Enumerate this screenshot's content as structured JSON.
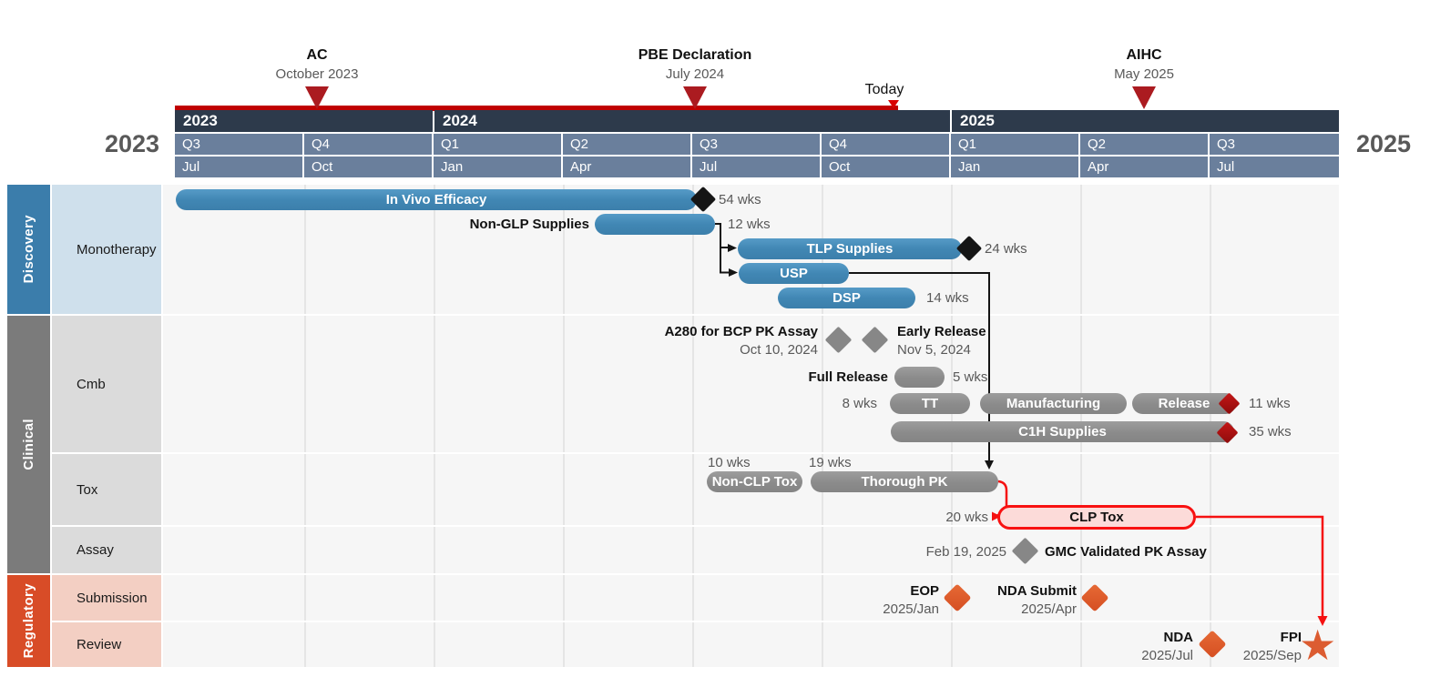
{
  "colors": {
    "bar_blue": "#4187b4",
    "bar_gray": "#8b8b8b",
    "clp_fill": "#fcdbd9",
    "clp_border": "#f81111",
    "elapsed_red": "#c00000",
    "milestone_triangle_red": "#ab1b20",
    "orange_marker": "#dc5c31",
    "header_year_dark": "#2d3a4b",
    "header_slate": "#6a7f9c",
    "group_discovery": "#3b7dab",
    "group_clinical": "#7b7b7b",
    "group_regulatory": "#d84c27",
    "row_discovery": "#cfe0ec",
    "row_clinical": "#dbdbdb",
    "row_regulatory": "#f3cfc3"
  },
  "chart_data": {
    "type": "gantt",
    "axis": {
      "left_year_label": "2023",
      "right_year_label": "2025",
      "years": [
        "2023",
        "2024",
        "2025"
      ],
      "quarters": [
        "Q3",
        "Q4",
        "Q1",
        "Q2",
        "Q3",
        "Q4",
        "Q1",
        "Q2",
        "Q3"
      ],
      "months": [
        "Jul",
        "Oct",
        "Jan",
        "Apr",
        "Jul",
        "Oct",
        "Jan",
        "Apr",
        "Jul"
      ],
      "range": "Jul 2023 - Sep 2025"
    },
    "today": {
      "label": "Today",
      "approx_position": "Nov 2024"
    },
    "top_milestones": [
      {
        "title": "AC",
        "date": "October 2023"
      },
      {
        "title": "PBE Declaration",
        "date": "July 2024"
      },
      {
        "title": "AIHC",
        "date": "May 2025"
      }
    ],
    "lanes": [
      {
        "group": "Discovery",
        "rows": [
          "Monotherapy"
        ]
      },
      {
        "group": "Clinical",
        "rows": [
          "Cmb",
          "Tox",
          "Assay"
        ]
      },
      {
        "group": "Regulatory",
        "rows": [
          "Submission",
          "Review"
        ]
      }
    ],
    "tasks": [
      {
        "name": "In Vivo Efficacy",
        "row": "Monotherapy",
        "start": "2023-07",
        "end": "2024-07",
        "duration": "54 wks",
        "style": "blue",
        "end_marker": "black-diamond"
      },
      {
        "name": "Non-GLP Supplies",
        "row": "Monotherapy",
        "start": "2024-04",
        "end": "2024-07",
        "duration": "12 wks",
        "style": "blue"
      },
      {
        "name": "TLP Supplies",
        "row": "Monotherapy",
        "start": "2024-07",
        "end": "2025-01",
        "duration": "24 wks",
        "style": "blue",
        "end_marker": "black-diamond"
      },
      {
        "name": "USP",
        "row": "Monotherapy",
        "start": "2024-07",
        "end": "2024-10",
        "duration": "",
        "style": "blue"
      },
      {
        "name": "DSP",
        "row": "Monotherapy",
        "start": "2024-08",
        "end": "2024-11",
        "duration": "14 wks",
        "style": "blue"
      },
      {
        "name": "Full Release",
        "row": "Cmb",
        "start": "2024-11",
        "end": "2024-12",
        "duration": "5 wks",
        "style": "gray"
      },
      {
        "name": "TT",
        "row": "Cmb",
        "start": "2024-11",
        "end": "2025-01",
        "duration": "8 wks",
        "style": "gray"
      },
      {
        "name": "Manufacturing",
        "row": "Cmb",
        "start": "2025-01",
        "end": "2025-03",
        "duration": "",
        "style": "gray"
      },
      {
        "name": "Release",
        "row": "Cmb",
        "start": "2025-03",
        "end": "2025-06",
        "duration": "11 wks",
        "style": "gray",
        "end_marker": "red-diamond"
      },
      {
        "name": "C1H Supplies",
        "row": "Cmb",
        "start": "2024-11",
        "end": "2025-07",
        "duration": "35 wks",
        "style": "gray",
        "end_marker": "red-diamond"
      },
      {
        "name": "Non-CLP Tox",
        "row": "Tox",
        "start": "2024-07",
        "end": "2024-09",
        "duration": "10 wks",
        "style": "gray"
      },
      {
        "name": "Thorough PK",
        "row": "Tox",
        "start": "2024-09",
        "end": "2025-02",
        "duration": "19 wks",
        "style": "gray"
      },
      {
        "name": "CLP Tox",
        "row": "Tox",
        "start": "2025-02",
        "end": "2025-07",
        "duration": "20 wks",
        "style": "red-outline-highlight"
      }
    ],
    "milestones": [
      {
        "title": "A280 for BCP PK Assay",
        "date": "Oct 10, 2024",
        "row": "Cmb",
        "shape": "gray-diamond"
      },
      {
        "title": "Early Release",
        "date": "Nov 5, 2024",
        "row": "Cmb",
        "shape": "gray-diamond"
      },
      {
        "title": "GMC Validated PK Assay",
        "date": "Feb 19, 2025",
        "row": "Assay",
        "shape": "gray-diamond"
      },
      {
        "title": "EOP",
        "date": "2025/Jan",
        "row": "Submission",
        "shape": "orange-diamond"
      },
      {
        "title": "NDA Submit",
        "date": "2025/Apr",
        "row": "Submission",
        "shape": "orange-diamond"
      },
      {
        "title": "NDA",
        "date": "2025/Jul",
        "row": "Review",
        "shape": "orange-diamond"
      },
      {
        "title": "FPI",
        "date": "2025/Sep",
        "row": "Review",
        "shape": "orange-star"
      }
    ],
    "connectors": [
      "Non-GLP Supplies -> TLP Supplies",
      "Non-GLP Supplies -> USP",
      "USP -> Thorough PK",
      "Thorough PK -> CLP Tox (red)",
      "CLP Tox -> FPI (red)"
    ]
  }
}
